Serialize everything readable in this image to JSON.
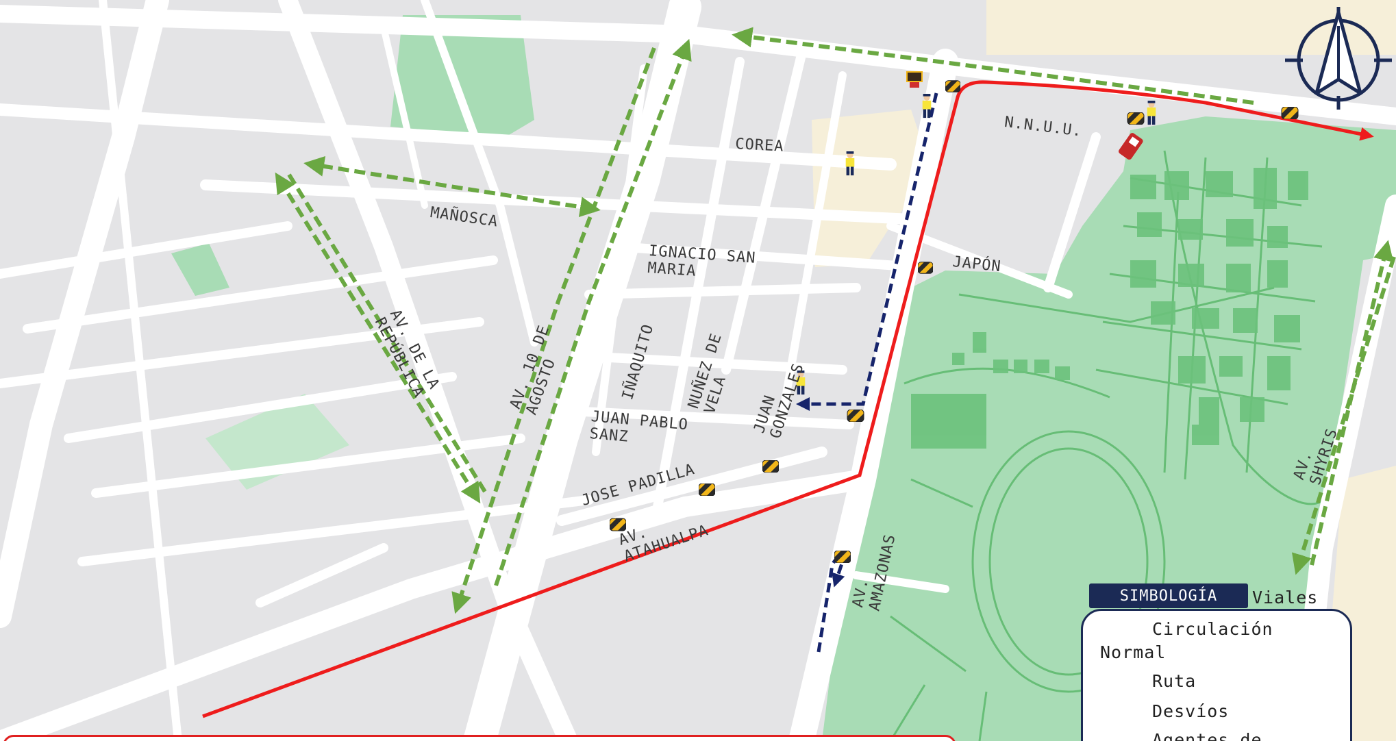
{
  "streets": {
    "corea": "COREA",
    "manosca": "MAÑOSCA",
    "ignacio_san_maria": "IGNACIO SAN\nMARIA",
    "nnuu": "N.N.U.U.",
    "japon": "JAPÓN",
    "av_republica": "AV. DE LA\nREPÚBLICA",
    "av_10_agosto": "AV. 10 DE\nAGOSTO",
    "inaquito": "IÑAQUITO",
    "nunez_de_vela": "NUÑEZ DE\nVELA",
    "juan_gonzales": "JUAN\nGONZALES",
    "juan_pablo_sanz": "JUAN PABLO\nSANZ",
    "jose_padilla": "JOSE PADILLA",
    "av_atahualpa": "AV.\nATAHUALPA",
    "av_amazonas": "AV.\nAMAZONAS",
    "av_shyris": "AV.\nSHYRIS"
  },
  "legend": {
    "title": "SIMBOLOGÍA",
    "header_overflow": "Viales",
    "items": [
      {
        "label": "Circulación\nNormal",
        "icon": "barrier-icon"
      },
      {
        "label": "Ruta",
        "icon": "route-line-icon"
      },
      {
        "label": "Desvíos",
        "icon": "detour-arrow-icon"
      },
      {
        "label": "Agentes de",
        "icon": "traffic-agent-icon"
      }
    ]
  },
  "colors": {
    "route": "#ee1c1c",
    "detour": "#16246b",
    "normal_circulation": "#6aa842",
    "park": "#a8dcb5",
    "legend_border": "#1b2a55",
    "road": "#ffffff",
    "block": "#e5e5e7"
  }
}
